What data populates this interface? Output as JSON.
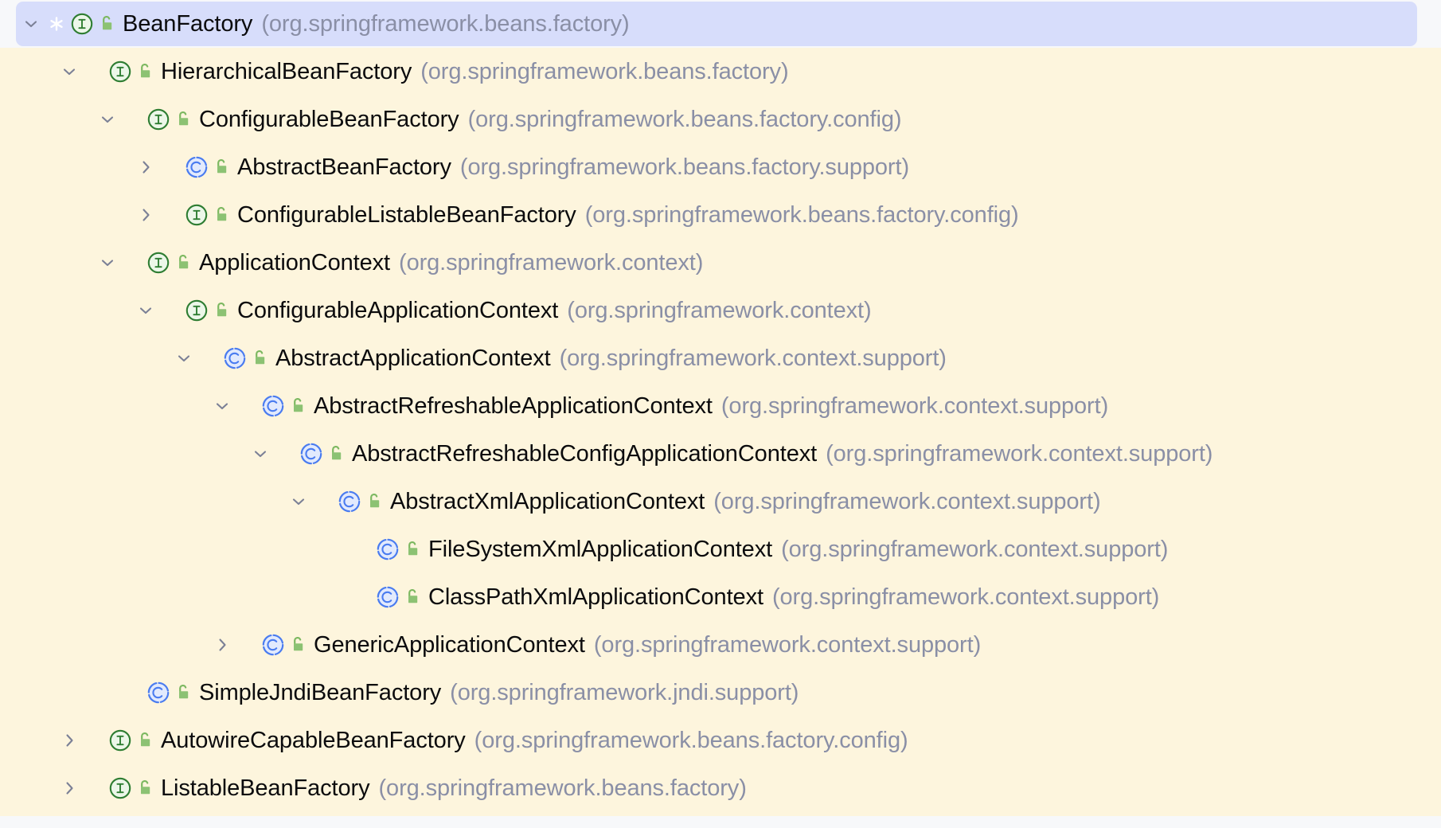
{
  "view": {
    "name": "type-hierarchy-tree",
    "background": "#fdf5dd",
    "selection_color": "#d7ddfb",
    "class_name_color": "#0b0b0d",
    "package_color": "#8a8fa6",
    "interface_icon_color": "#2e7d32",
    "class_icon_color": "#4a7cf0",
    "lock_icon_color": "#7cb860"
  },
  "rows": [
    {
      "class_name": "BeanFactory",
      "package": "(org.springframework.beans.factory)",
      "level": 0,
      "kind": "interface",
      "icon": "interface-icon",
      "lock": "unlocked-padlock-icon",
      "toggle": "chevron-down-icon",
      "marker": "asterisk-icon",
      "selected": true
    },
    {
      "class_name": "HierarchicalBeanFactory",
      "package": "(org.springframework.beans.factory)",
      "level": 1,
      "kind": "interface",
      "icon": "interface-icon",
      "lock": "unlocked-padlock-icon",
      "toggle": "chevron-down-icon",
      "marker": "none",
      "selected": false
    },
    {
      "class_name": "ConfigurableBeanFactory",
      "package": "(org.springframework.beans.factory.config)",
      "level": 2,
      "kind": "interface",
      "icon": "interface-icon",
      "lock": "unlocked-padlock-icon",
      "toggle": "chevron-down-icon",
      "marker": "none",
      "selected": false
    },
    {
      "class_name": "AbstractBeanFactory",
      "package": "(org.springframework.beans.factory.support)",
      "level": 3,
      "kind": "class",
      "icon": "class-icon",
      "lock": "unlocked-padlock-icon",
      "toggle": "chevron-right-icon",
      "marker": "none",
      "selected": false
    },
    {
      "class_name": "ConfigurableListableBeanFactory",
      "package": "(org.springframework.beans.factory.config)",
      "level": 3,
      "kind": "interface",
      "icon": "interface-icon",
      "lock": "unlocked-padlock-icon",
      "toggle": "chevron-right-icon",
      "marker": "none",
      "selected": false
    },
    {
      "class_name": "ApplicationContext",
      "package": "(org.springframework.context)",
      "level": 2,
      "kind": "interface",
      "icon": "interface-icon",
      "lock": "unlocked-padlock-icon",
      "toggle": "chevron-down-icon",
      "marker": "none",
      "selected": false
    },
    {
      "class_name": "ConfigurableApplicationContext",
      "package": "(org.springframework.context)",
      "level": 3,
      "kind": "interface",
      "icon": "interface-icon",
      "lock": "unlocked-padlock-icon",
      "toggle": "chevron-down-icon",
      "marker": "none",
      "selected": false
    },
    {
      "class_name": "AbstractApplicationContext",
      "package": "(org.springframework.context.support)",
      "level": 4,
      "kind": "class",
      "icon": "class-icon",
      "lock": "unlocked-padlock-icon",
      "toggle": "chevron-down-icon",
      "marker": "none",
      "selected": false
    },
    {
      "class_name": "AbstractRefreshableApplicationContext",
      "package": "(org.springframework.context.support)",
      "level": 5,
      "kind": "class",
      "icon": "class-icon",
      "lock": "unlocked-padlock-icon",
      "toggle": "chevron-down-icon",
      "marker": "none",
      "selected": false
    },
    {
      "class_name": "AbstractRefreshableConfigApplicationContext",
      "package": "(org.springframework.context.support)",
      "level": 6,
      "kind": "class",
      "icon": "class-icon",
      "lock": "unlocked-padlock-icon",
      "toggle": "chevron-down-icon",
      "marker": "none",
      "selected": false
    },
    {
      "class_name": "AbstractXmlApplicationContext",
      "package": "(org.springframework.context.support)",
      "level": 7,
      "kind": "class",
      "icon": "class-icon",
      "lock": "unlocked-padlock-icon",
      "toggle": "chevron-down-icon",
      "marker": "none",
      "selected": false
    },
    {
      "class_name": "FileSystemXmlApplicationContext",
      "package": "(org.springframework.context.support)",
      "level": 8,
      "kind": "class",
      "icon": "class-icon",
      "lock": "unlocked-padlock-icon",
      "toggle": "none",
      "marker": "none",
      "selected": false
    },
    {
      "class_name": "ClassPathXmlApplicationContext",
      "package": "(org.springframework.context.support)",
      "level": 8,
      "kind": "class",
      "icon": "class-icon",
      "lock": "unlocked-padlock-icon",
      "toggle": "none",
      "marker": "none",
      "selected": false
    },
    {
      "class_name": "GenericApplicationContext",
      "package": "(org.springframework.context.support)",
      "level": 5,
      "kind": "class",
      "icon": "class-icon",
      "lock": "unlocked-padlock-icon",
      "toggle": "chevron-right-icon",
      "marker": "none",
      "selected": false
    },
    {
      "class_name": "SimpleJndiBeanFactory",
      "package": "(org.springframework.jndi.support)",
      "level": 2,
      "kind": "class",
      "icon": "class-icon",
      "lock": "unlocked-padlock-icon",
      "toggle": "none",
      "marker": "none",
      "selected": false
    },
    {
      "class_name": "AutowireCapableBeanFactory",
      "package": "(org.springframework.beans.factory.config)",
      "level": 1,
      "kind": "interface",
      "icon": "interface-icon",
      "lock": "unlocked-padlock-icon",
      "toggle": "chevron-right-icon",
      "marker": "none",
      "selected": false
    },
    {
      "class_name": "ListableBeanFactory",
      "package": "(org.springframework.beans.factory)",
      "level": 1,
      "kind": "interface",
      "icon": "interface-icon",
      "lock": "unlocked-padlock-icon",
      "toggle": "chevron-right-icon",
      "marker": "none",
      "selected": false
    }
  ]
}
